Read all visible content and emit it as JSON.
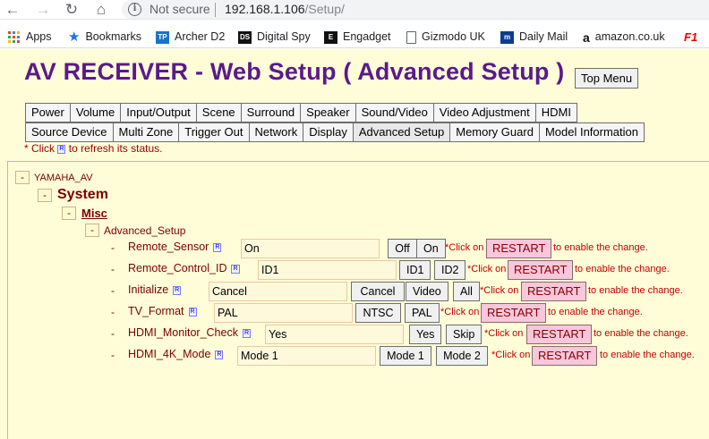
{
  "browser": {
    "security_label": "Not secure",
    "url_host": "192.168.1.106",
    "url_path": "/Setup/",
    "bookmarks": [
      "Apps",
      "Bookmarks",
      "Archer D2",
      "Digital Spy",
      "Engadget",
      "Gizmodo UK",
      "Daily Mail",
      "amazon.co.uk"
    ]
  },
  "page": {
    "title": "AV RECEIVER - Web Setup ( Advanced Setup )",
    "top_menu_label": "Top Menu",
    "tabs_row1": [
      "Power",
      "Volume",
      "Input/Output",
      "Scene",
      "Surround",
      "Speaker",
      "Sound/Video",
      "Video Adjustment",
      "HDMI"
    ],
    "tabs_row2": [
      "Source Device",
      "Multi Zone",
      "Trigger Out",
      "Network",
      "Display",
      "Advanced Setup",
      "Memory Guard",
      "Model Information"
    ],
    "hint_prefix": "* Click",
    "hint_suffix": "to refresh its status.",
    "refresh_glyph": "R"
  },
  "tree": {
    "root": "YAMAHA_AV",
    "system": "System",
    "misc": "Misc",
    "advanced": "Advanced_Setup",
    "toggle_glyph": "-",
    "click_on": "*Click on",
    "restart_label": "RESTART",
    "to_enable": "to enable the change.",
    "params": [
      {
        "name": "Remote_Sensor",
        "value": "On",
        "options": [
          "Off",
          "On"
        ]
      },
      {
        "name": "Remote_Control_ID",
        "value": "ID1",
        "options": [
          "ID1",
          "ID2"
        ]
      },
      {
        "name": "Initialize",
        "value": "Cancel",
        "options": [
          "Cancel",
          "Video",
          "All"
        ]
      },
      {
        "name": "TV_Format",
        "value": "PAL",
        "options": [
          "NTSC",
          "PAL"
        ]
      },
      {
        "name": "HDMI_Monitor_Check",
        "value": "Yes",
        "options": [
          "Yes",
          "Skip"
        ]
      },
      {
        "name": "HDMI_4K_Mode",
        "value": "Mode 1",
        "options": [
          "Mode 1",
          "Mode 2"
        ]
      }
    ]
  }
}
